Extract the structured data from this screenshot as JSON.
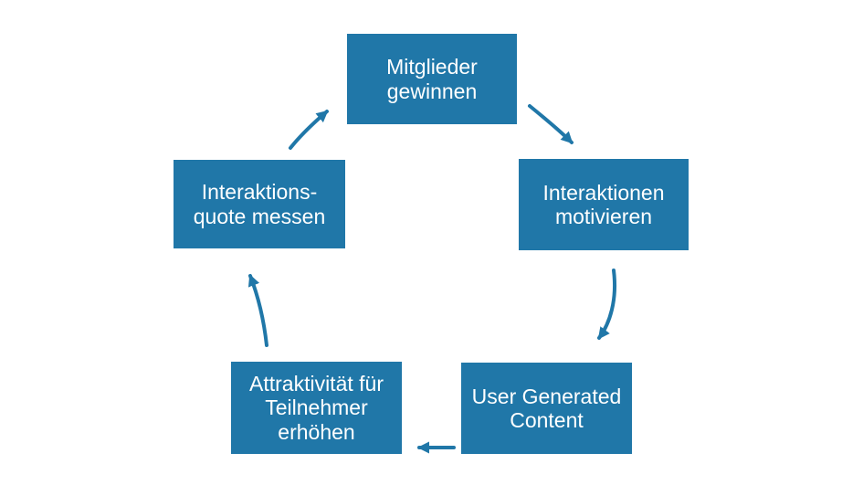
{
  "diagram": {
    "type": "cycle",
    "flow_direction": "clockwise",
    "background_color": "#ffffff",
    "node_fill_color": "#2077a8",
    "node_text_color": "#ffffff",
    "arrow_color": "#2077a8",
    "nodes": [
      {
        "id": "mitglieder-gewinnen",
        "position": "top",
        "label": "Mitglieder\ngewinnen"
      },
      {
        "id": "interaktionen-motivieren",
        "position": "right",
        "label": "Interaktionen\nmotivieren"
      },
      {
        "id": "user-generated-content",
        "position": "bottom-right",
        "label": "User Generated\nContent"
      },
      {
        "id": "attraktivitaet-fuer-teilnehmer-erhoehen",
        "position": "bottom-left",
        "label": "Attraktivität für\nTeilnehmer\nerhöhen"
      },
      {
        "id": "interaktionsquote-messen",
        "position": "left",
        "label": "Interaktions-\nquote messen"
      }
    ],
    "edges": [
      {
        "from": "interaktionsquote-messen",
        "to": "mitglieder-gewinnen"
      },
      {
        "from": "mitglieder-gewinnen",
        "to": "interaktionen-motivieren"
      },
      {
        "from": "interaktionen-motivieren",
        "to": "user-generated-content"
      },
      {
        "from": "user-generated-content",
        "to": "attraktivitaet-fuer-teilnehmer-erhoehen"
      },
      {
        "from": "attraktivitaet-fuer-teilnehmer-erhoehen",
        "to": "interaktionsquote-messen"
      }
    ]
  }
}
